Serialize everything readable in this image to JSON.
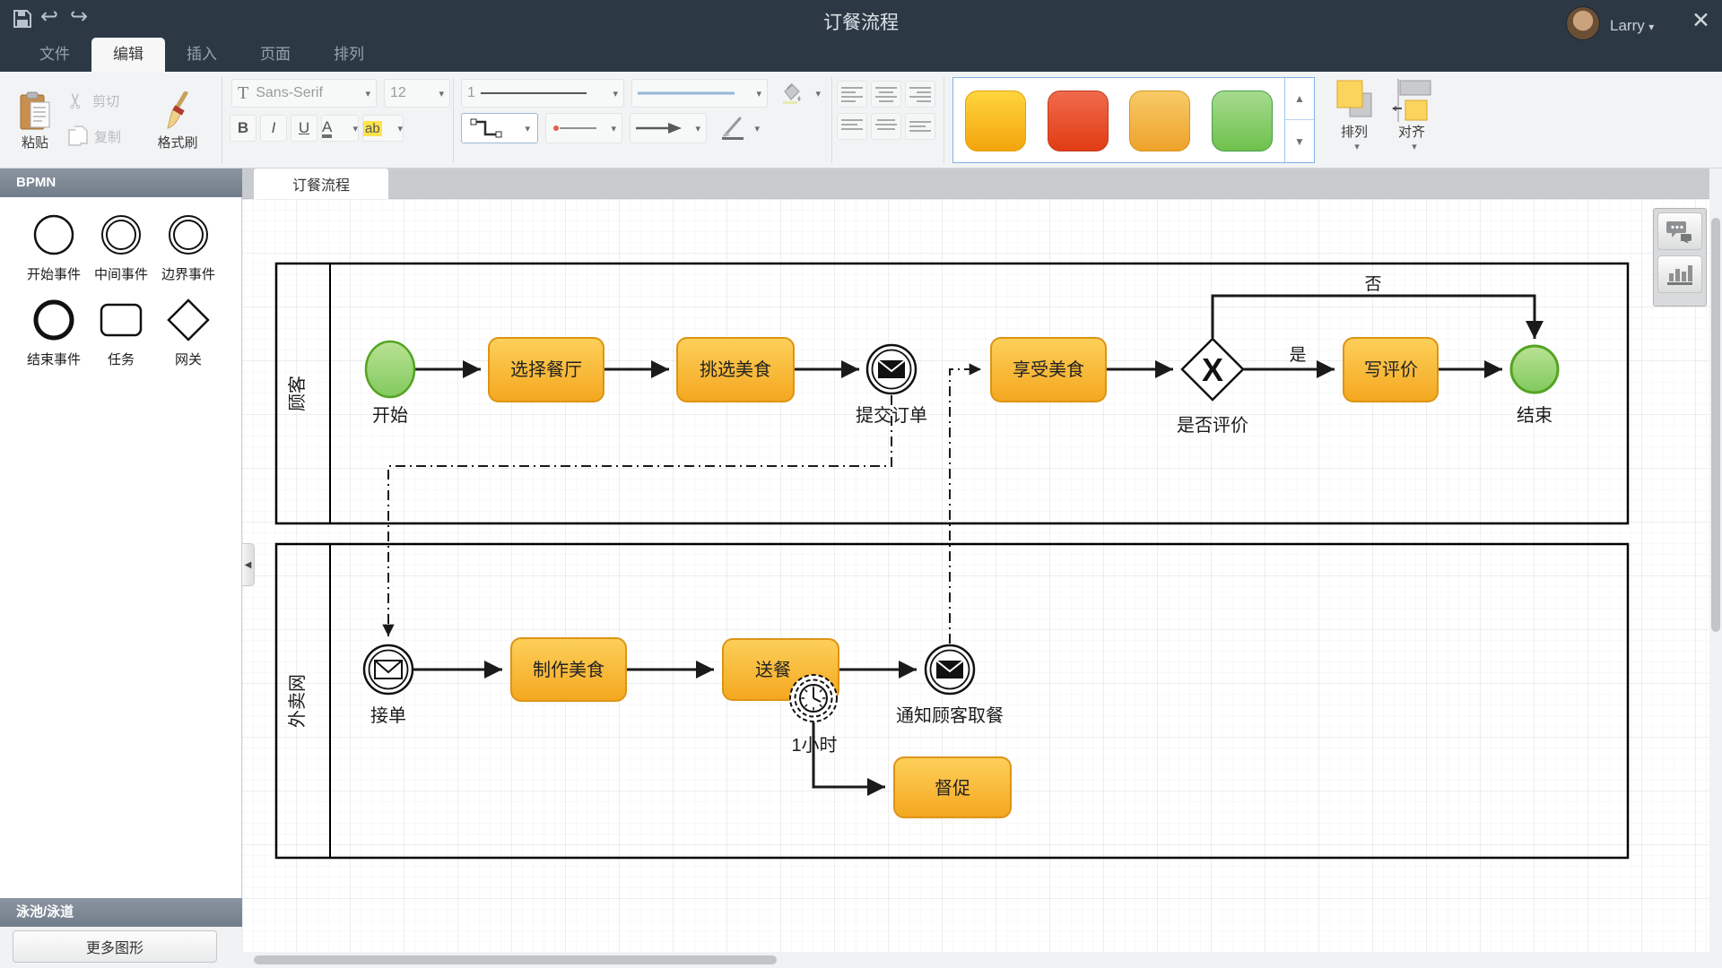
{
  "titlebar": {
    "title": "订餐流程",
    "user": "Larry",
    "close_glyph": "✕",
    "caret": "▾",
    "undo_glyph": "↩",
    "redo_glyph": "↪"
  },
  "menu": {
    "tabs": [
      {
        "label": "文件",
        "active": false
      },
      {
        "label": "编辑",
        "active": true
      },
      {
        "label": "插入",
        "active": false
      },
      {
        "label": "页面",
        "active": false
      },
      {
        "label": "排列",
        "active": false
      }
    ]
  },
  "toolbar": {
    "paste_label": "粘贴",
    "cut_label": "剪切",
    "copy_label": "复制",
    "format_painter_label": "格式刷",
    "font_family": "Sans-Serif",
    "font_size": "12",
    "bold_glyph": "B",
    "italic_glyph": "I",
    "underline_glyph": "U",
    "font_color_glyph": "A",
    "highlight_glyph": "ab",
    "line_width_value": "1",
    "arrange_label": "排列",
    "align_label": "对齐",
    "scroll_up_glyph": "▲",
    "scroll_down_glyph": "▼",
    "style_swatches": [
      {
        "name": "yellow",
        "top": "#ffd53e",
        "bottom": "#f3a40b",
        "border": "#dfa10a"
      },
      {
        "name": "red",
        "top": "#f06a4c",
        "bottom": "#e03c14",
        "border": "#c03a1d"
      },
      {
        "name": "orange",
        "top": "#f7ca67",
        "bottom": "#eea22b",
        "border": "#d8951f"
      },
      {
        "name": "green",
        "top": "#a6da8e",
        "bottom": "#6fc14d",
        "border": "#43a047"
      }
    ]
  },
  "sidebar": {
    "group1_title": "BPMN",
    "shapes": [
      {
        "label": "开始事件"
      },
      {
        "label": "中间事件"
      },
      {
        "label": "边界事件"
      },
      {
        "label": "结束事件"
      },
      {
        "label": "任务"
      },
      {
        "label": "网关"
      }
    ],
    "group2_title": "泳池/泳道",
    "more_shapes_label": "更多图形"
  },
  "canvas": {
    "tab_title": "订餐流程"
  },
  "diagram": {
    "lanes": [
      {
        "label": "顾客"
      },
      {
        "label": "外卖网"
      }
    ],
    "nodes": {
      "start": "开始",
      "choose_restaurant": "选择餐厅",
      "pick_food": "挑选美食",
      "submit_order": "提交订单",
      "enjoy_food": "享受美食",
      "gateway_label": "是否评价",
      "gateway_marker": "X",
      "write_review": "写评价",
      "end": "结束",
      "receive_order": "接单",
      "make_food": "制作美食",
      "deliver": "送餐",
      "timer": "1小时",
      "notify_pickup": "通知顾客取餐",
      "urge": "督促"
    },
    "edge_labels": {
      "yes": "是",
      "no": "否"
    }
  },
  "colors": {
    "titlebar_bg": "#2c3945",
    "task_fill_top": "#fdd05a",
    "task_fill_bottom": "#f4a71f",
    "task_border": "#dd9414",
    "event_fill_top": "#b9e294",
    "event_fill_bottom": "#82c95e",
    "event_border": "#54a322"
  }
}
